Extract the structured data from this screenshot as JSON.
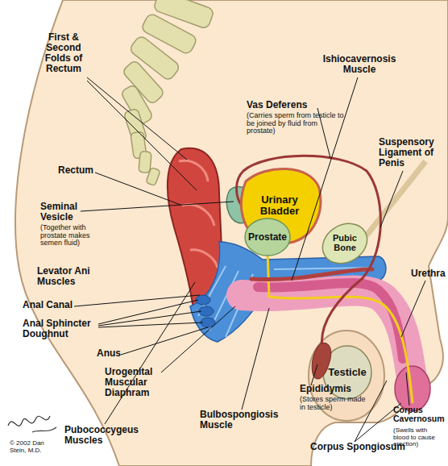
{
  "diagram": {
    "nodes": [
      {
        "text": [
          "Urinary Bladder"
        ]
      },
      {
        "text": [
          "Pubic Bone"
        ]
      },
      {
        "text": [
          "Prostate"
        ]
      },
      {
        "text": [
          "Testicle"
        ]
      }
    ],
    "labels": [
      "First & Second Folds of Rectum",
      "Rectum",
      "Seminal Vesicle",
      "(Together with prostate makes semen fluid)",
      "Levator Ani Muscles",
      "Anal Canal",
      "Anal Sphincter Doughnut",
      "Anus",
      "Urogenital Muscular Diaphram",
      "Pubococcygeus Muscles",
      "Bulbospongiosis Muscle",
      "Epididymis",
      "(Stores sperm made in testicle)",
      "Corpus Spongiosum",
      "Corpus Cavernosum",
      "(Swells with blood to cause erection)",
      "Urethra",
      "Suspensory Ligament of Penis",
      "Ishiocavernosis Muscle",
      "Vas Deferens",
      "(Carries sperm from testicle to be joined by fluid from prostate)",
      "© 2002 Dan Stein, M.D."
    ]
  }
}
